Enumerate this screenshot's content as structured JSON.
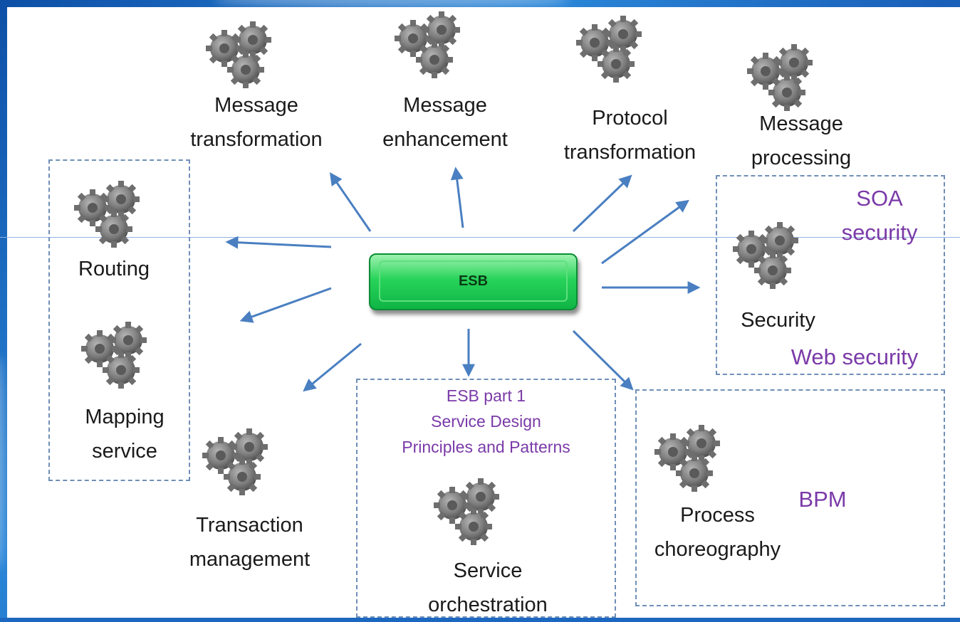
{
  "center": {
    "label": "ESB"
  },
  "nodes": {
    "message_transformation": "Message\ntransformation",
    "message_enhancement": "Message\nenhancement",
    "protocol_transformation": "Protocol\ntransformation",
    "message_processing": "Message\nprocessing",
    "routing": "Routing",
    "mapping_service": "Mapping\nservice",
    "transaction_management": "Transaction\nmanagement",
    "service_orchestration": "Service\norchestration",
    "process_choreography": "Process\nchoreography",
    "security": "Security"
  },
  "group_labels": {
    "soa_security": "SOA\nsecurity",
    "web_security": "Web security",
    "esb_part1": "ESB part 1\nService Design\nPrinciples and Patterns",
    "bpm": "BPM"
  },
  "colors": {
    "arrow": "#4a7fc1",
    "esb_fill": "#28d35a",
    "group_label": "#7a3aa8",
    "gear": "#8a8a8a"
  },
  "icons": [
    "gears-icon"
  ]
}
